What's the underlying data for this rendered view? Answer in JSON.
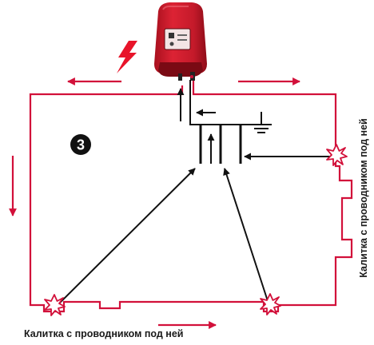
{
  "diagram": {
    "step_number": "3",
    "gate_label_bottom": "Калитка с проводником под ней",
    "gate_label_side": "Калитка с проводником под ней"
  },
  "colors": {
    "fence_wire": "#d2103a",
    "energizer_body": "#cc1c2c",
    "lightning": "#e8142a",
    "black_arrows": "#111111",
    "spark_fill": "#ffffff"
  }
}
